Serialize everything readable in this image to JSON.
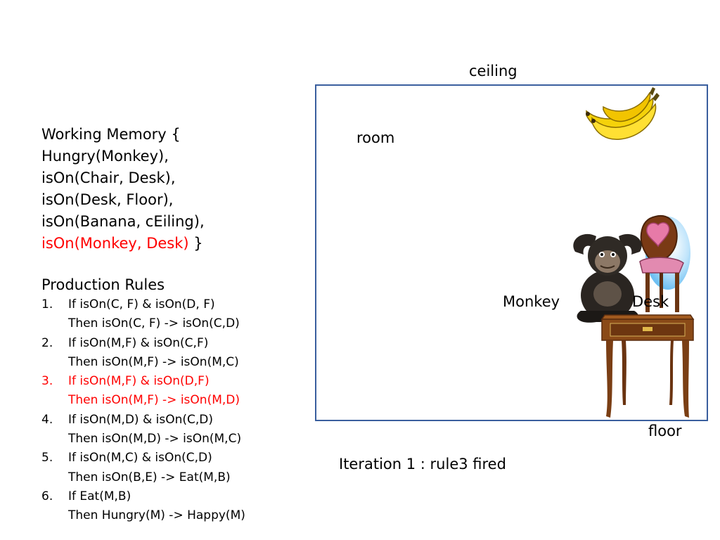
{
  "working_memory": {
    "lines": [
      "Working Memory {",
      "Hungry(Monkey),",
      "isOn(Chair, Desk),",
      "isOn(Desk, Floor),",
      "isOn(Banana, cEiling),"
    ],
    "highlight": "isOn(Monkey, Desk)",
    "closing": " }"
  },
  "production_rules": {
    "title": "Production Rules",
    "rules": [
      {
        "num": "1.",
        "if": "If isOn(C, F) & isOn(D, F)",
        "then": "Then isOn(C, F) -> isOn(C,D)"
      },
      {
        "num": "2.",
        "if": "If isOn(M,F) & isOn(C,F)",
        "then": "Then isOn(M,F) -> isOn(M,C)"
      },
      {
        "num": "3.",
        "if": "If isOn(M,F) & isOn(D,F)",
        "then": "Then isOn(M,F) -> isOn(M,D)"
      },
      {
        "num": "4.",
        "if": "If isOn(M,D) & isOn(C,D)",
        "then": "Then isOn(M,D) -> isOn(M,C)"
      },
      {
        "num": "5.",
        "if": "If isOn(M,C) & isOn(C,D)",
        "then": "Then isOn(B,E) -> Eat(M,B)"
      },
      {
        "num": "6.",
        "if": "If Eat(M,B)",
        "then": "Then Hungry(M) -> Happy(M)"
      }
    ],
    "highlight_color": "#ff0000"
  },
  "scene": {
    "ceiling": "ceiling",
    "room": "room",
    "monkey": "Monkey",
    "desk": "Desk",
    "floor": "floor",
    "border_color": "#3a5f9e"
  },
  "status": {
    "iteration": "Iteration 1 : rule3 fired"
  }
}
